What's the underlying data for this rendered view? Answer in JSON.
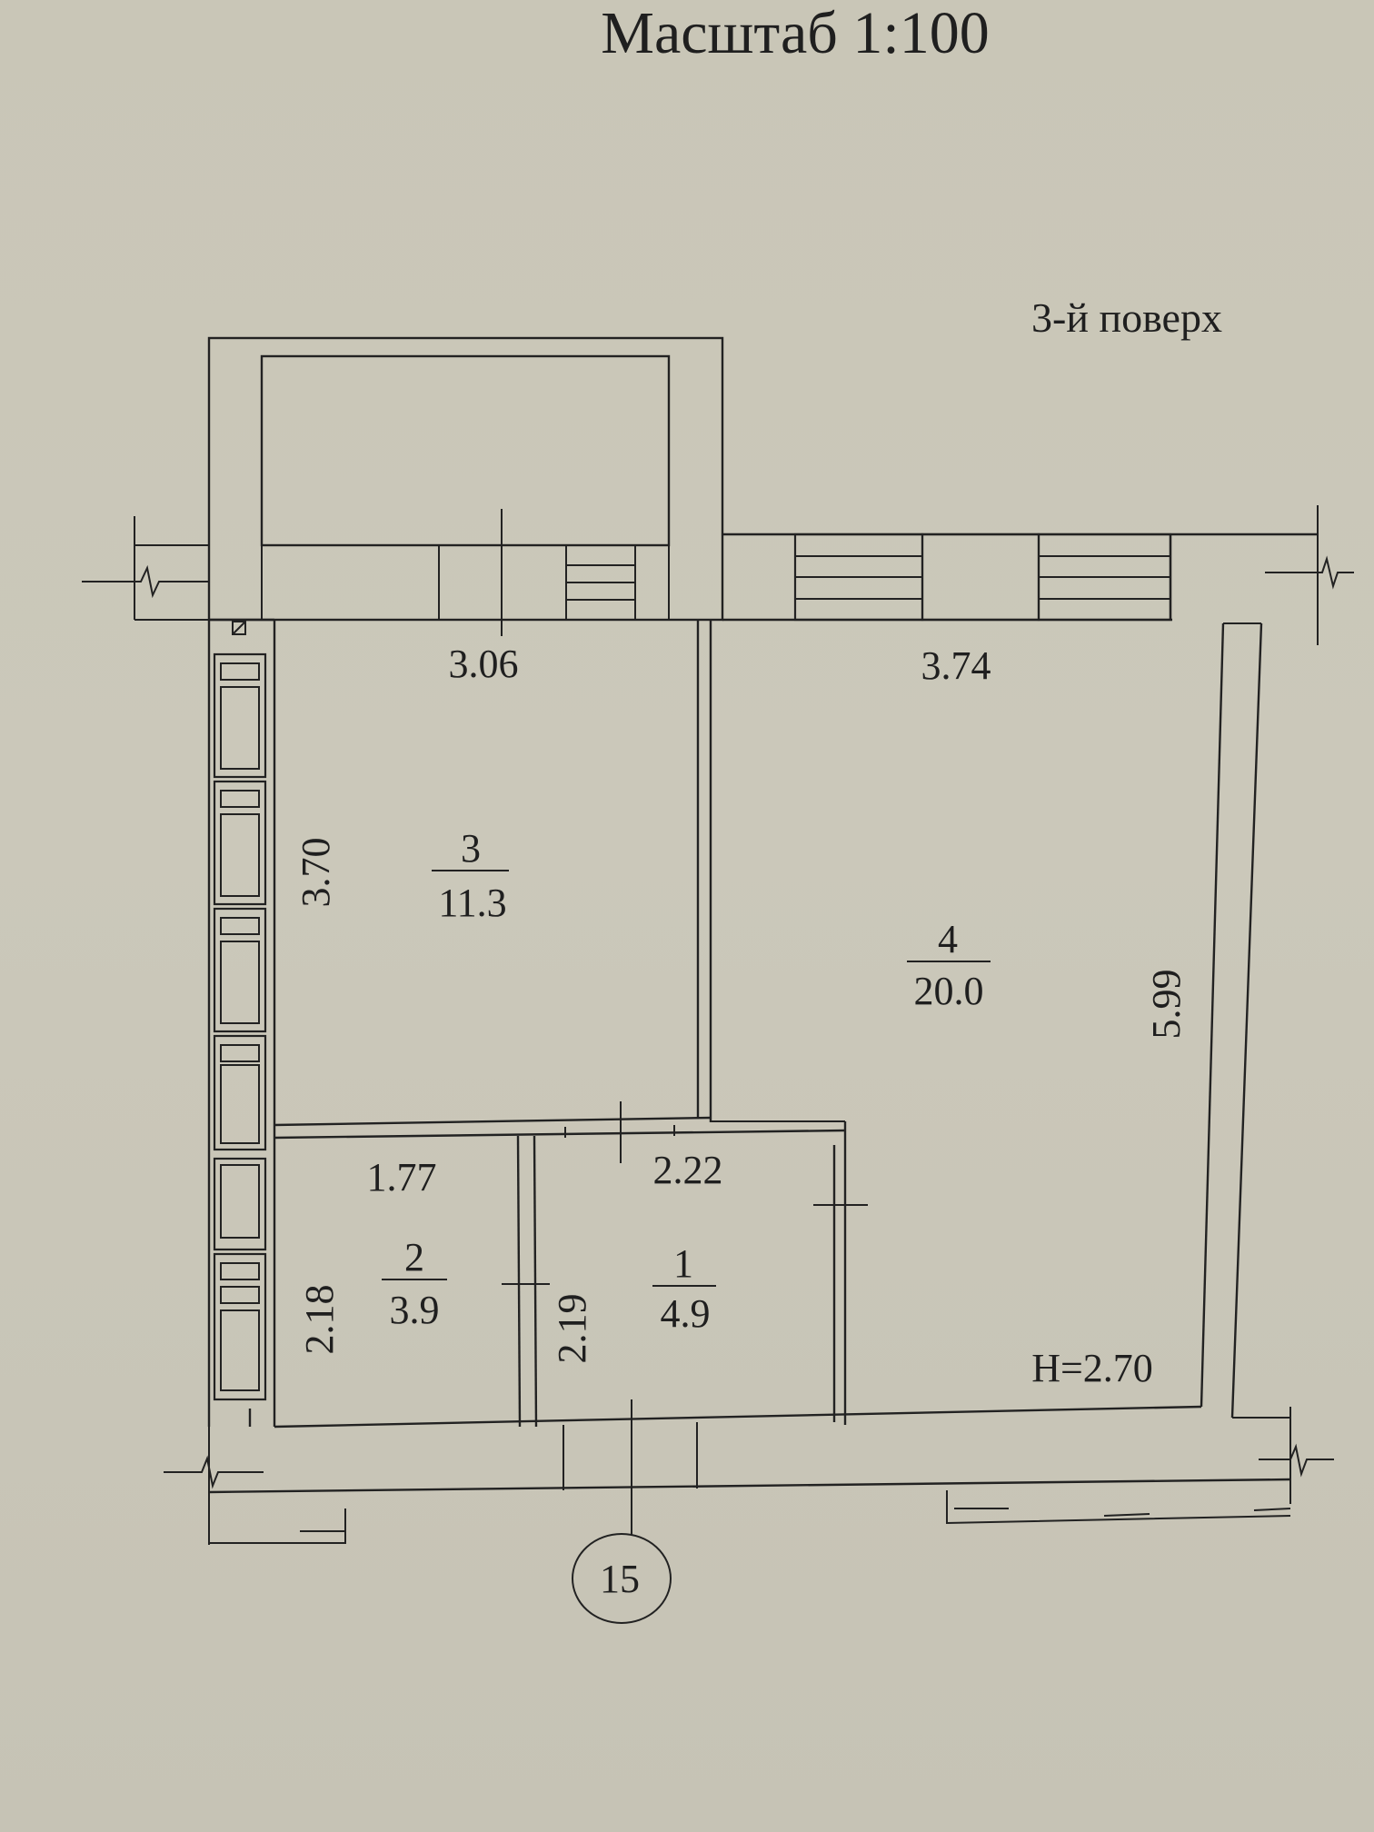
{
  "title": "Масштаб 1:100",
  "floor": "3-й поверх",
  "ceiling_height": "H=2.70",
  "apartment_number": "15",
  "rooms": [
    {
      "number": "3",
      "area": "11.3",
      "width": "3.06",
      "length": "3.70"
    },
    {
      "number": "4",
      "area": "20.0",
      "width": "3.74",
      "length": "5.99"
    },
    {
      "number": "2",
      "area": "3.9",
      "width": "1.77",
      "length": "2.18"
    },
    {
      "number": "1",
      "area": "4.9",
      "width": "2.22",
      "length": "2.19"
    }
  ],
  "colors": {
    "paper": "#cbc8ba",
    "ink": "#222222"
  }
}
